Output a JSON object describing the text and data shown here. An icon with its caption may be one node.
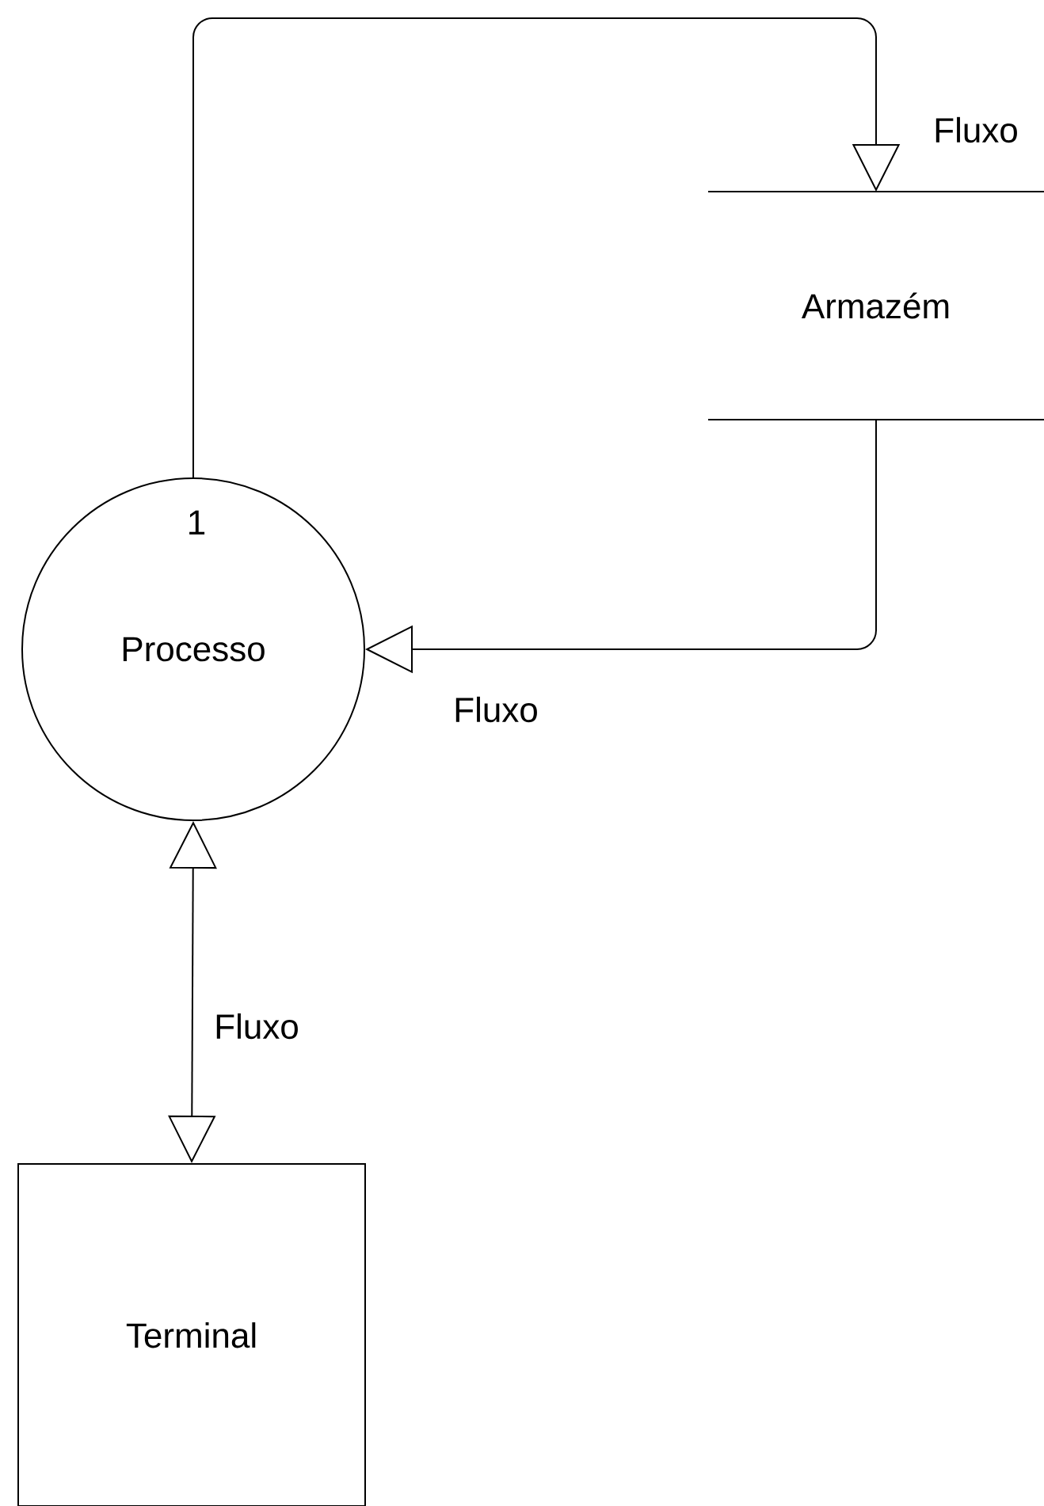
{
  "diagram": {
    "nodes": [
      {
        "text": [
          "1",
          "Processo"
        ]
      },
      {
        "text": [
          "Armazém"
        ]
      },
      {
        "text": [
          "Terminal"
        ]
      }
    ],
    "edges": [
      {
        "from": 0,
        "to": 1,
        "arrow": "to",
        "label": "Fluxo"
      },
      {
        "from": 1,
        "to": 0,
        "arrow": "to",
        "label": "Fluxo"
      },
      {
        "from": 0,
        "to": 2,
        "arrow": "both",
        "label": "Fluxo"
      }
    ]
  }
}
